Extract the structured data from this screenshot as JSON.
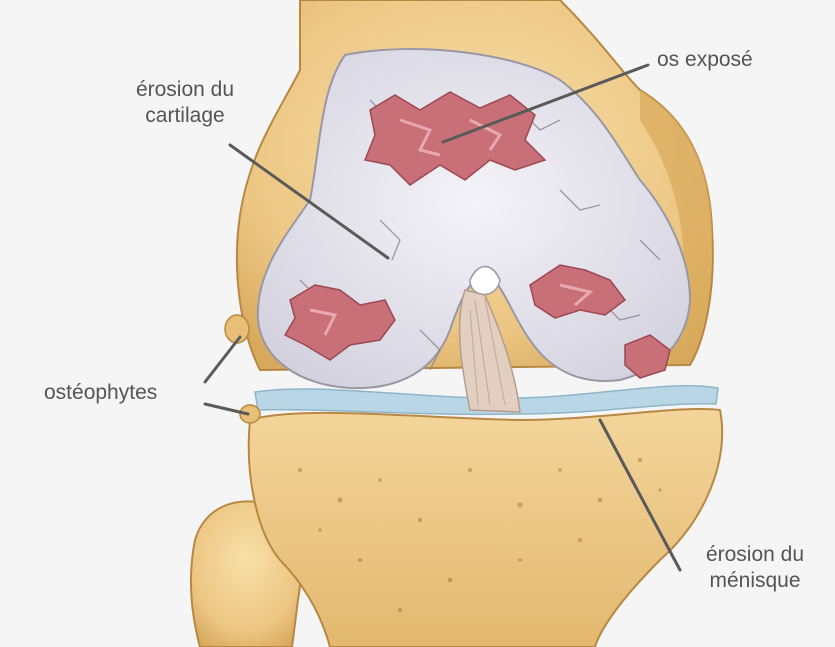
{
  "labels": {
    "cartilage_erosion_line1": "érosion du",
    "cartilage_erosion_line2": "cartilage",
    "exposed_bone": "os exposé",
    "osteophytes": "ostéophytes",
    "meniscus_erosion_line1": "érosion du",
    "meniscus_erosion_line2": "ménisque"
  },
  "colors": {
    "bone": "#ecc683",
    "bone_light": "#f6dca3",
    "bone_shadow": "#c99a4b",
    "cartilage": "#e2e0ea",
    "lesion": "#c96f78",
    "lesion_light": "#e7a9ad",
    "meniscus": "#b9d6e6",
    "ligament": "#e2cfc2",
    "leader_line": "#5a5a5a",
    "background": "#f5f5f5"
  }
}
